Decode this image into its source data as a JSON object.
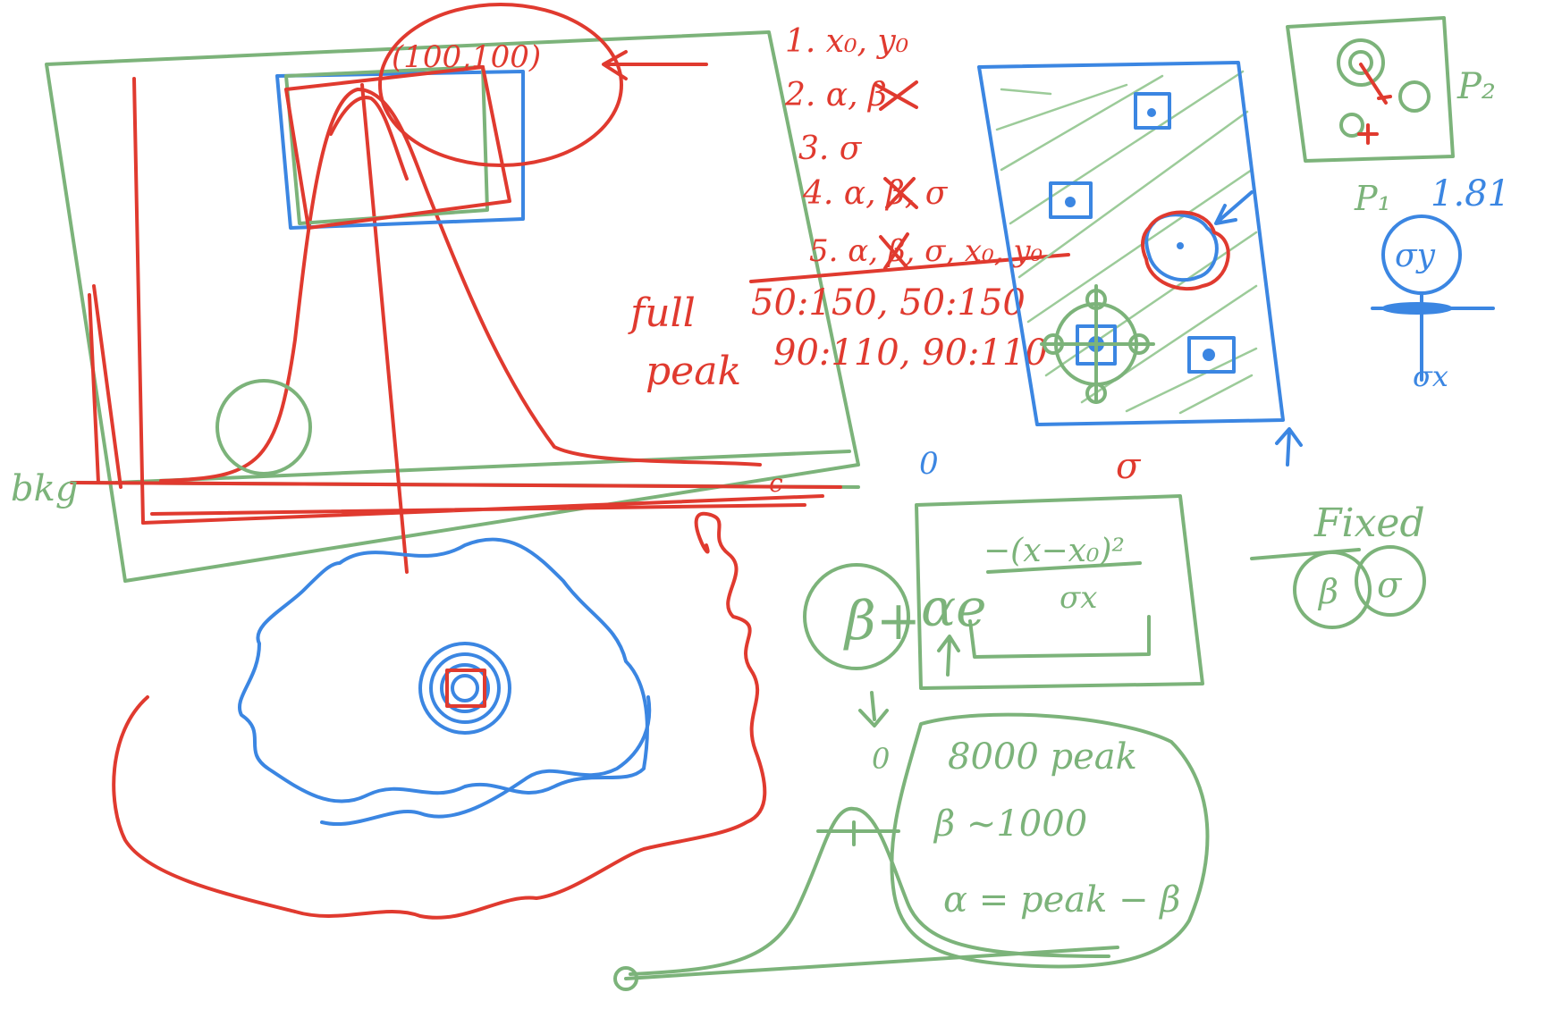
{
  "colors": {
    "red": "#e03a2f",
    "green": "#7cb37a",
    "blue": "#3b86e2"
  },
  "labels": {
    "coordinate": "(100,100)",
    "bkg": "bkg",
    "c": "c",
    "steps": [
      "1. x₀, y₀",
      "2. α, β",
      "3. σ",
      "4. α, β, σ",
      "5. α, β, σ, x₀, y₀"
    ],
    "full_label": "full",
    "full_value": "50:150, 50:150",
    "peak_label": "peak",
    "peak_value": "90:110, 90:110",
    "p2": "P₂",
    "p1": "P₁",
    "ratio": "1.81",
    "sigma_y": "σy",
    "sigma_x": "σx",
    "zero_top": "0",
    "sigma_top": "σ",
    "fixed": "Fixed",
    "fixed_beta": "β",
    "fixed_sigma": "σ",
    "formula_beta": "β+",
    "formula_alpha_e": "αe",
    "formula_exp_num": "−(x−x₀)²",
    "formula_exp_den": "σx",
    "arrow_zero": "0",
    "note_peak": "8000 peak",
    "note_beta": "β ~1000",
    "note_alpha": "α = peak − β"
  }
}
